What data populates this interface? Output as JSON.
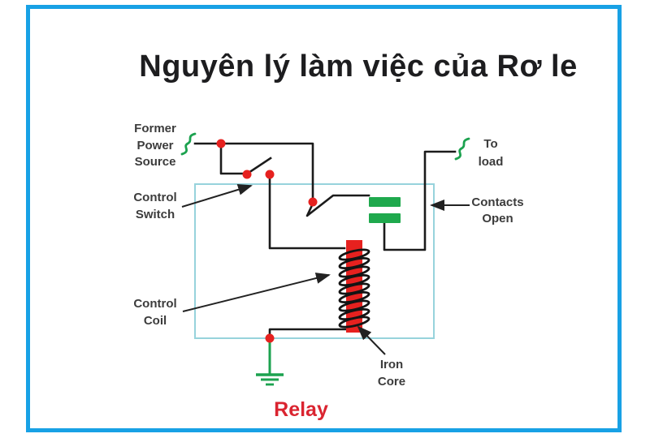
{
  "title": "Nguyên lý làm việc của Rơ le",
  "caption": {
    "relay": "Relay"
  },
  "labels": {
    "power_source": {
      "line1": "Former",
      "line2": "Power",
      "line3": "Source"
    },
    "control_switch": {
      "line1": "Control",
      "line2": "Switch"
    },
    "to_load": {
      "line1": "To",
      "line2": "load"
    },
    "contacts_open": {
      "line1": "Contacts",
      "line2": "Open"
    },
    "control_coil": {
      "line1": "Control",
      "line2": "Coil"
    },
    "iron_core": {
      "line1": "Iron",
      "line2": "Core"
    }
  },
  "colors": {
    "background": "#ffffff",
    "frame_blue": "#18a1e5",
    "relay_box_cyan": "#97d3dc",
    "wire_black": "#1b1b1b",
    "accent_red": "#e6211f",
    "component_green": "#1fa94d",
    "break_symbol_green": "#1ca24f",
    "label_gray": "#3c3c3c",
    "relay_caption_red": "#da2430",
    "title_color": "#1d1d1f"
  }
}
